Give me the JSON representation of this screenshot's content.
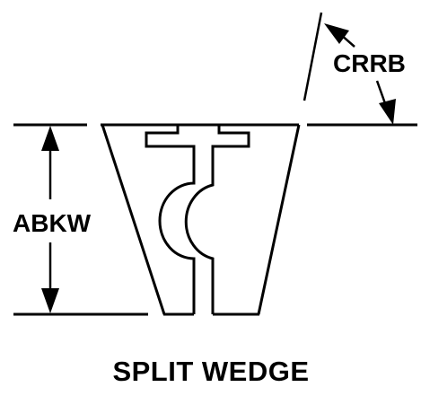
{
  "diagram": {
    "labels": {
      "height_dimension": "ABKW",
      "angle_dimension": "CRRB"
    },
    "caption": "SPLIT WEDGE"
  }
}
